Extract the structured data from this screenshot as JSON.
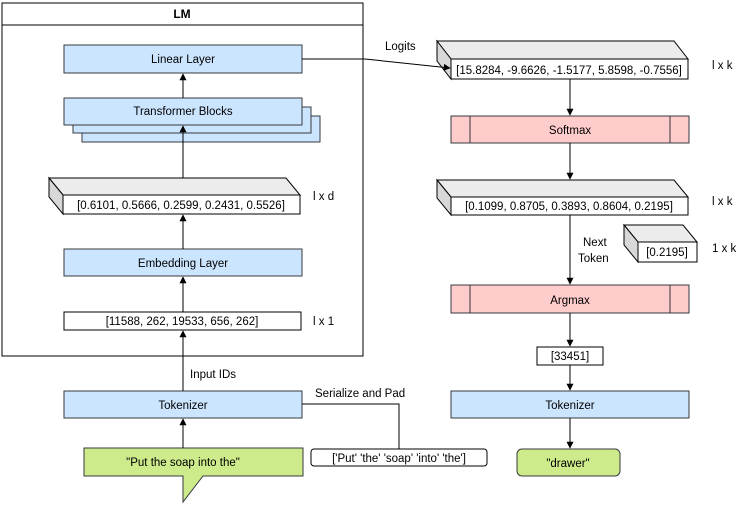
{
  "lm_panel": {
    "title": "LM"
  },
  "left": {
    "linear_layer": "Linear Layer",
    "transformer_blocks": "Transformer Blocks",
    "hidden_vector": "[0.6101, 0.5666, 0.2599, 0.2431, 0.5526]",
    "hidden_dim": "l x d",
    "embedding_layer": "Embedding Layer",
    "input_ids_vector": "[11588, 262, 19533, 656, 262]",
    "input_ids_dim": "l x 1",
    "input_ids_label": "Input IDs",
    "tokenizer": "Tokenizer",
    "prompt": "\"Put the soap into the\"",
    "serialize_label": "Serialize and Pad",
    "tokens": "['Put' 'the' 'soap' 'into' 'the']"
  },
  "right": {
    "logits_label": "Logits",
    "logits_vector": "[15.8284, -9.6626, -1.5177, 5.8598, -0.7556]",
    "logits_dim": "l x k",
    "softmax": "Softmax",
    "probs_vector": "[0.1099, 0.8705, 0.3893, 0.8604, 0.2195]",
    "probs_dim": "l x k",
    "next_token_label_1": "Next",
    "next_token_label_2": "Token",
    "next_token_vector": "[0.2195]",
    "next_token_dim": "1 x k",
    "argmax": "Argmax",
    "token_id": "[33451]",
    "tokenizer": "Tokenizer",
    "output": "\"drawer\""
  }
}
